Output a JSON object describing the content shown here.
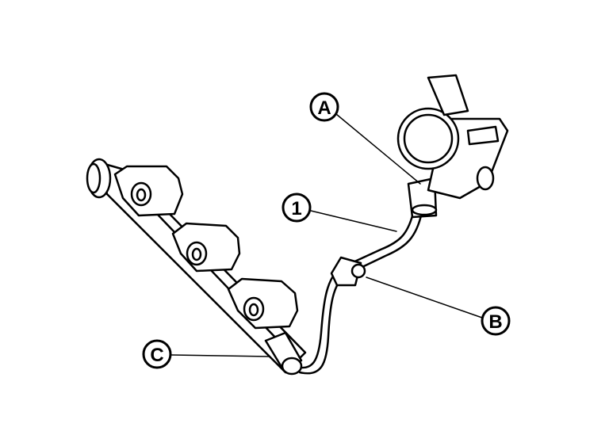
{
  "diagram": {
    "callouts": [
      {
        "id": "A",
        "text": "A"
      },
      {
        "id": "1",
        "text": "1"
      },
      {
        "id": "B",
        "text": "B"
      },
      {
        "id": "C",
        "text": "C"
      }
    ],
    "colors": {
      "line": "#000000",
      "background": "#ffffff"
    }
  }
}
